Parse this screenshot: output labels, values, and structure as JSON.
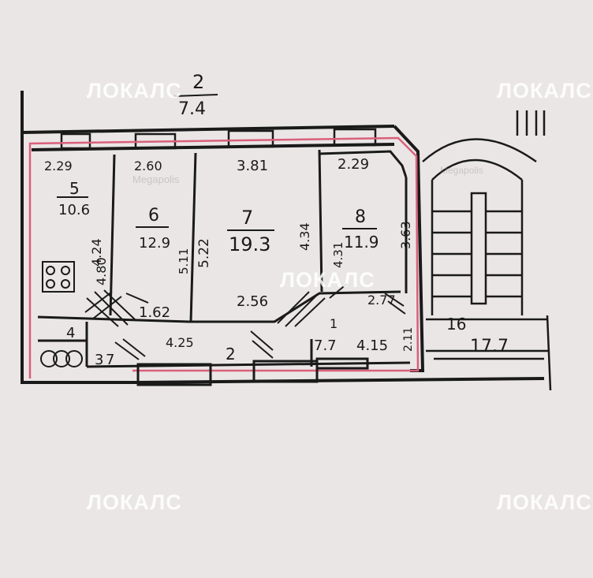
{
  "watermark": "ЛОКАЛС",
  "ghost_brand": "Megapolis",
  "colors": {
    "paper": "#eae6e6",
    "ink": "#1a1a1a",
    "outline": "#d9607a"
  },
  "stair": {
    "number": "2",
    "length": "7.4"
  },
  "rooms": [
    {
      "number": "5",
      "area": "10.6",
      "width": "2.29",
      "depth": "4.24"
    },
    {
      "number": "6",
      "area": "12.9",
      "width": "2.60",
      "depth": "4.80",
      "depth2": "5.11"
    },
    {
      "number": "7",
      "area": "19.3",
      "width": "3.81",
      "depth": "5.22",
      "depth2": "4.34"
    },
    {
      "number": "8",
      "area": "11.9",
      "width": "2.29",
      "depth": "3.63",
      "depth2": "4.31"
    }
  ],
  "lower": {
    "kitchen_label": "4",
    "corridor_a": "1.62",
    "corridor_b": "2.56",
    "corridor_c": "2.77",
    "wc_width": "4.25",
    "room2": "2",
    "room1": "1",
    "room1_area": "7.7",
    "room1_len": "4.15",
    "bath": "3",
    "bath_suffix": "7",
    "side_val": "2.11",
    "right_num": "16",
    "right_area": "17.7"
  }
}
